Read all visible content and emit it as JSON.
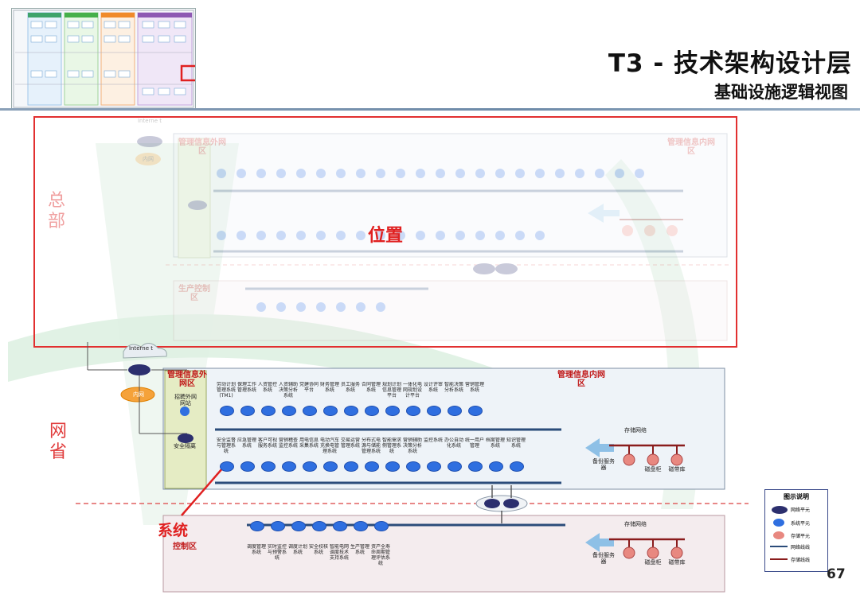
{
  "header": {
    "title": "T3 - 技术架构设计层",
    "subtitle": "基础设施逻辑视图"
  },
  "top_region": {
    "internet": "Interne t",
    "mgmt_outer": "管理信息外网区",
    "mgmt_inner": "管理信息内网区",
    "production": "生产控制区",
    "inner_net": "内网",
    "hq_label": "总部",
    "position_label": "位置"
  },
  "bottom_region": {
    "internet": "Interne t",
    "inner_net": "内网",
    "mgmt_outer": "管理信息外网区",
    "mgmt_inner": "管理信息内网区",
    "production": "控制区",
    "isolation": "安全隔离",
    "system_label": "系统",
    "province_label": "网省",
    "storage_net": "存储网络",
    "storage_net2": "存储网络",
    "backup_server": "备份服务器",
    "backup_server2": "备份服务器",
    "disk_array": "磁盘柜",
    "tape_lib": "磁带库",
    "disk_array2": "磁盘柜",
    "tape_lib2": "磁带库",
    "outer_system": "招聘外网网站",
    "row1": [
      "劳动计划管理系统(TM1)",
      "保理工作管理系统",
      "人资管控系统",
      "人资辅助决策分析系统",
      "党建协同平台",
      "财务管理系统",
      "员工服务系统",
      "合同管理系统",
      "规划计划信息管理平台",
      "一体化电网规划设计平台",
      "设计评审系统",
      "智能决策分析系统",
      "营销管理系统"
    ],
    "row2": [
      "安全监督与管理系统",
      "应急管理系统",
      "客户可视服务系统",
      "营销稽查监控系统",
      "用电信息采集系统",
      "电动汽车充换电管理系统",
      "交易运营管理系统",
      "分布式电源与储能管理系统",
      "智能需求侧管理系统",
      "营销辅助决策分析系统",
      "监控系统",
      "办公自动化系统",
      "统一用户管理",
      "档案管理系统",
      "知识管理系统"
    ],
    "row3": [
      "调度管理系统",
      "实时监控与预警系统",
      "调度计划系统",
      "安全校核系统",
      "智能电网调度技术支持系统",
      "生产管理系统",
      "资产全寿命周期管理评估系统"
    ]
  },
  "legend": {
    "title": "图示说明",
    "items": [
      "网络平元",
      "系统平元",
      "存储平元",
      "网络线线",
      "存储线线"
    ]
  },
  "page_number": "67",
  "colors": {
    "accent_red": "#e23030",
    "system_node": "#2f6fe0",
    "network_node": "#2c2f6e",
    "storage_node": "#e88880",
    "storage_line": "#8a1c1c"
  }
}
